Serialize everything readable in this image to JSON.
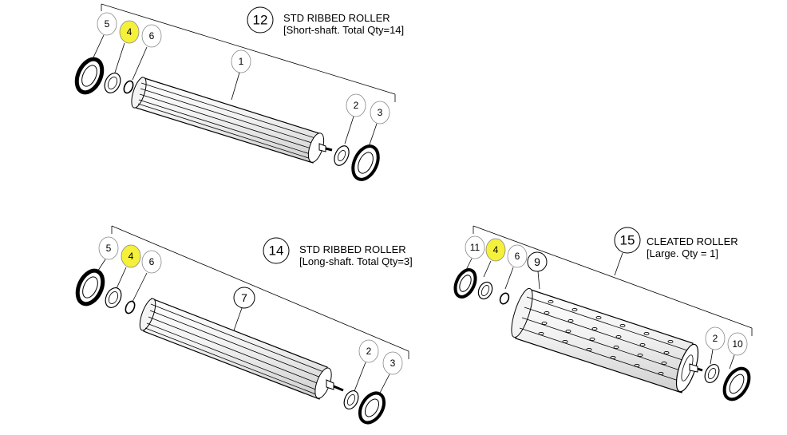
{
  "assemblies": [
    {
      "id": "a12",
      "number": "12",
      "title": "STD RIBBED ROLLER",
      "subtitle": "[Short-shaft. Total Qty=14]",
      "callouts": [
        "5",
        "4",
        "6",
        "1",
        "2",
        "3"
      ]
    },
    {
      "id": "a14",
      "number": "14",
      "title": "STD RIBBED ROLLER",
      "subtitle": "[Long-shaft. Total Qty=3]",
      "callouts": [
        "5",
        "4",
        "6",
        "7",
        "2",
        "3"
      ]
    },
    {
      "id": "a15",
      "number": "15",
      "title": "CLEATED ROLLER",
      "subtitle": "[Large. Qty = 1]",
      "callouts": [
        "11",
        "4",
        "6",
        "9",
        "2",
        "10"
      ]
    }
  ],
  "highlight_color": "#f5f03a",
  "highlighted_callout": "4"
}
